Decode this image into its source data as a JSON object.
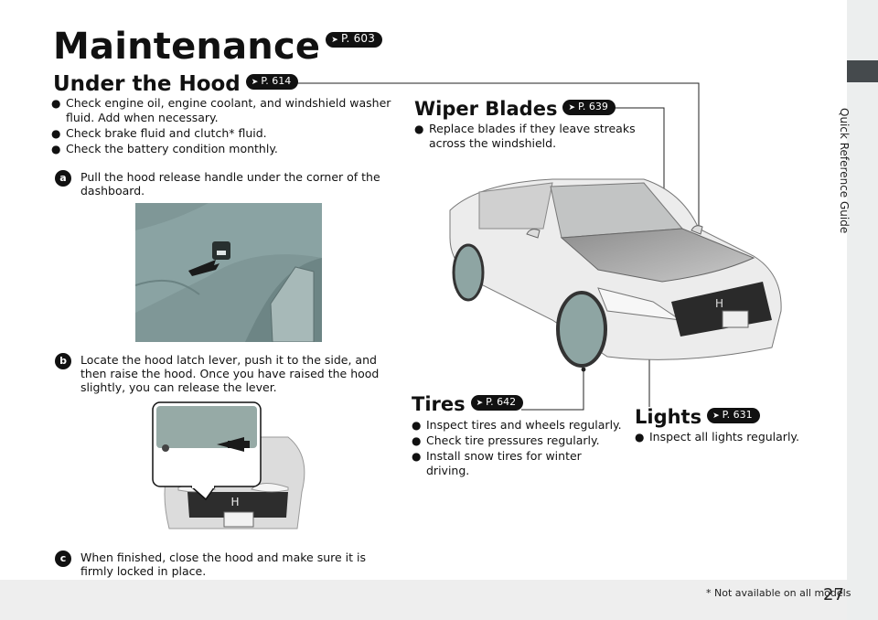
{
  "page": {
    "title": "Maintenance",
    "title_ref": "P. 603",
    "side_tab": "Quick Reference Guide",
    "page_number": "27",
    "footnote": "* Not available on all models"
  },
  "under_hood": {
    "heading": "Under the Hood",
    "ref": "P. 614",
    "bullets": [
      "Check engine oil, engine coolant, and windshield washer fluid. Add when necessary.",
      "Check brake fluid and clutch* fluid.",
      "Check the battery condition monthly."
    ],
    "steps": [
      {
        "badge": "a",
        "text": "Pull the hood release handle under the corner of the dashboard."
      },
      {
        "badge": "b",
        "text": "Locate the hood latch lever, push it to the side, and then raise the hood. Once you have raised the hood slightly, you can release the lever."
      },
      {
        "badge": "c",
        "text": "When finished, close the hood and make sure it is firmly locked in place."
      }
    ]
  },
  "wiper": {
    "heading": "Wiper Blades",
    "ref": "P. 639",
    "bullets": [
      "Replace blades if they leave streaks across the windshield."
    ]
  },
  "tires": {
    "heading": "Tires",
    "ref": "P. 642",
    "bullets": [
      "Inspect tires and wheels regularly.",
      "Check tire pressures regularly.",
      "Install snow tires for winter driving."
    ]
  },
  "lights": {
    "heading": "Lights",
    "ref": "P. 631",
    "bullets": [
      "Inspect all lights regularly."
    ]
  }
}
